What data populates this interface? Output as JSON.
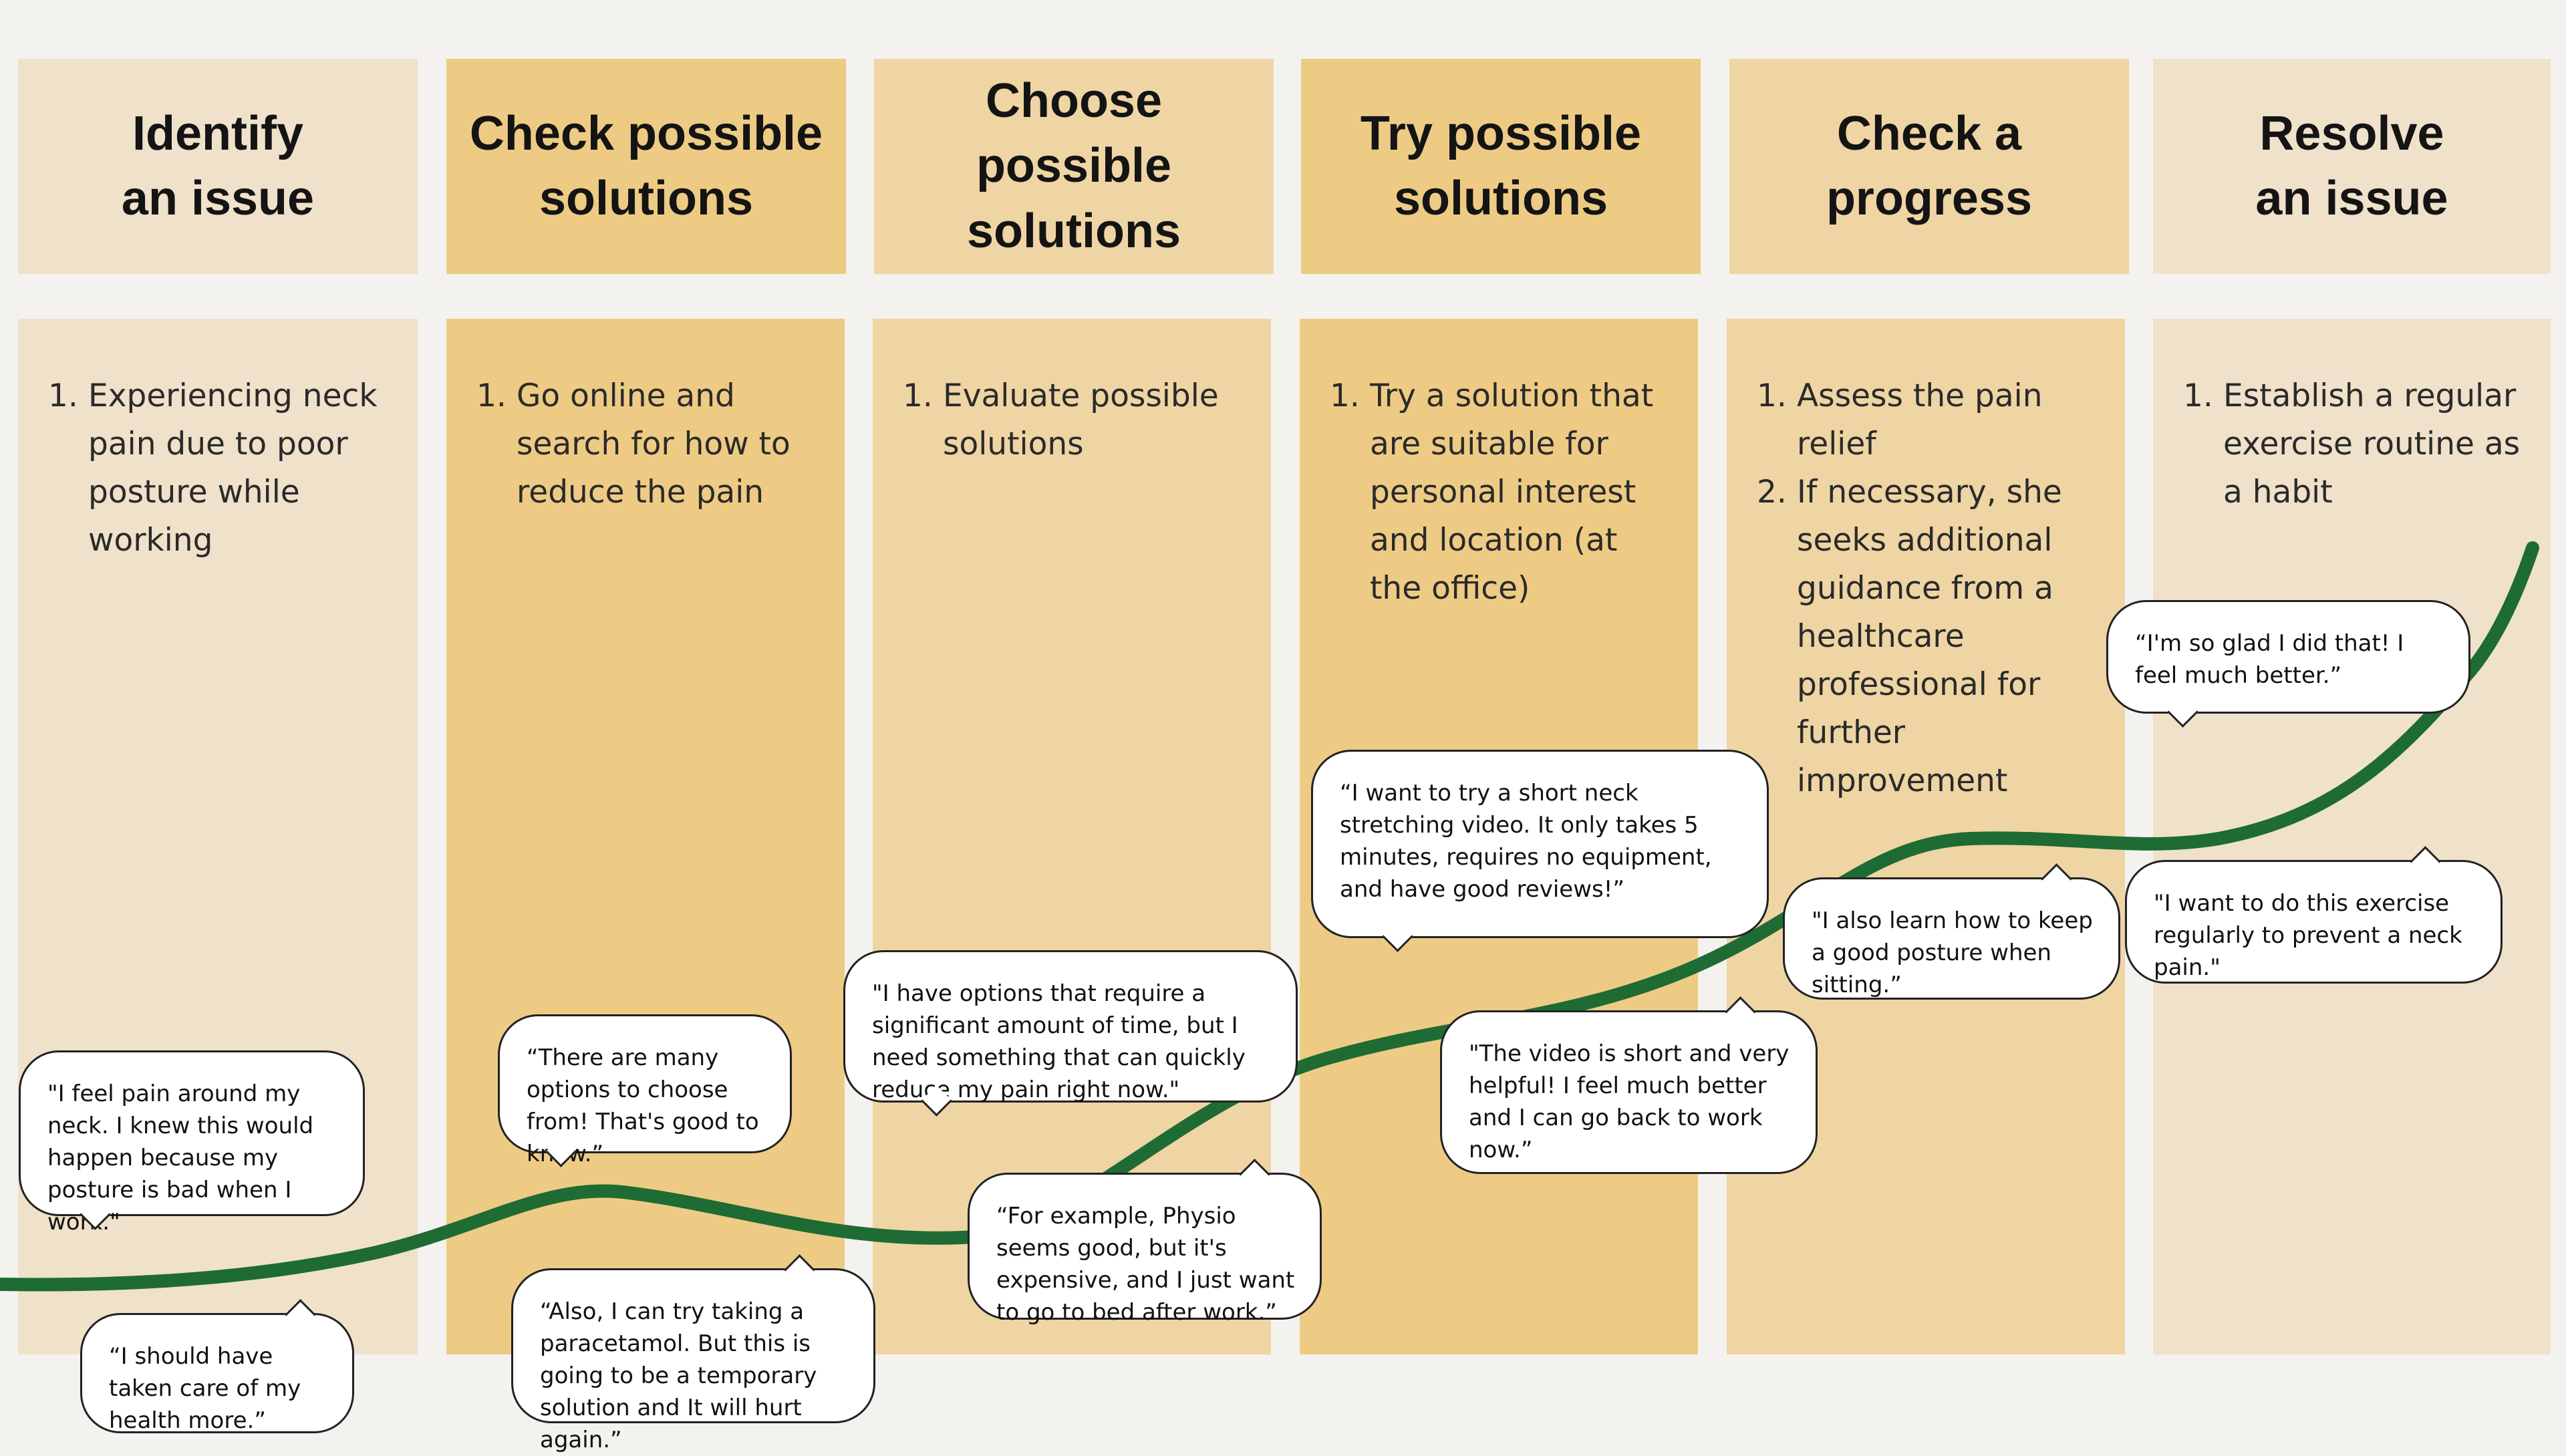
{
  "stages": [
    {
      "title": "Identify\nan issue",
      "steps": [
        "Experiencing neck pain due to poor posture while working"
      ],
      "tone": "light"
    },
    {
      "title": "Check possible\nsolutions",
      "steps": [
        "Go online and search for how to reduce the pain"
      ],
      "tone": "dark"
    },
    {
      "title": "Choose possible\nsolutions",
      "steps": [
        "Evaluate possible solutions"
      ],
      "tone": "mid"
    },
    {
      "title": "Try possible\nsolutions",
      "steps": [
        "Try a solution that are suitable for personal interest and location (at the office)"
      ],
      "tone": "dark"
    },
    {
      "title": "Check a progress",
      "steps": [
        "Assess the pain relief",
        "If necessary, she seeks additional guidance from a healthcare professional for further improvement"
      ],
      "tone": "mid"
    },
    {
      "title": "Resolve\nan issue",
      "steps": [
        "Establish a regular exercise routine as a habit"
      ],
      "tone": "light"
    }
  ],
  "quotes": [
    "\"I feel pain around my neck. I knew this would happen because my posture is bad when I work.\"",
    "“I should have taken care of my health more.”",
    "“There are many options to choose from! That's good to know.”",
    "“Also, I can try taking a paracetamol. But this is going to be a temporary solution and It will hurt again.”",
    "\"I have options that require a significant amount of time, but I need something that can quickly reduce my pain right now.\"",
    "“For example, Physio seems good, but it's expensive, and I just want to go to bed after work.”",
    "“I want to try a short neck stretching video. It only takes 5 minutes, requires no equipment, and have good reviews!”",
    "\"The video is short and very helpful! I feel much better and I can go back to work now.”",
    "\"I also learn how to keep a good posture when sitting.”",
    "“I'm so glad I did that! I feel much better.”",
    "\"I want to do this exercise regularly to prevent a neck pain.\""
  ],
  "colors": {
    "background": "#f4f2ee",
    "light": "#f0e1cb",
    "mid": "#efd5a4",
    "dark": "#eecb84",
    "journey_line": "#1e6b34"
  }
}
